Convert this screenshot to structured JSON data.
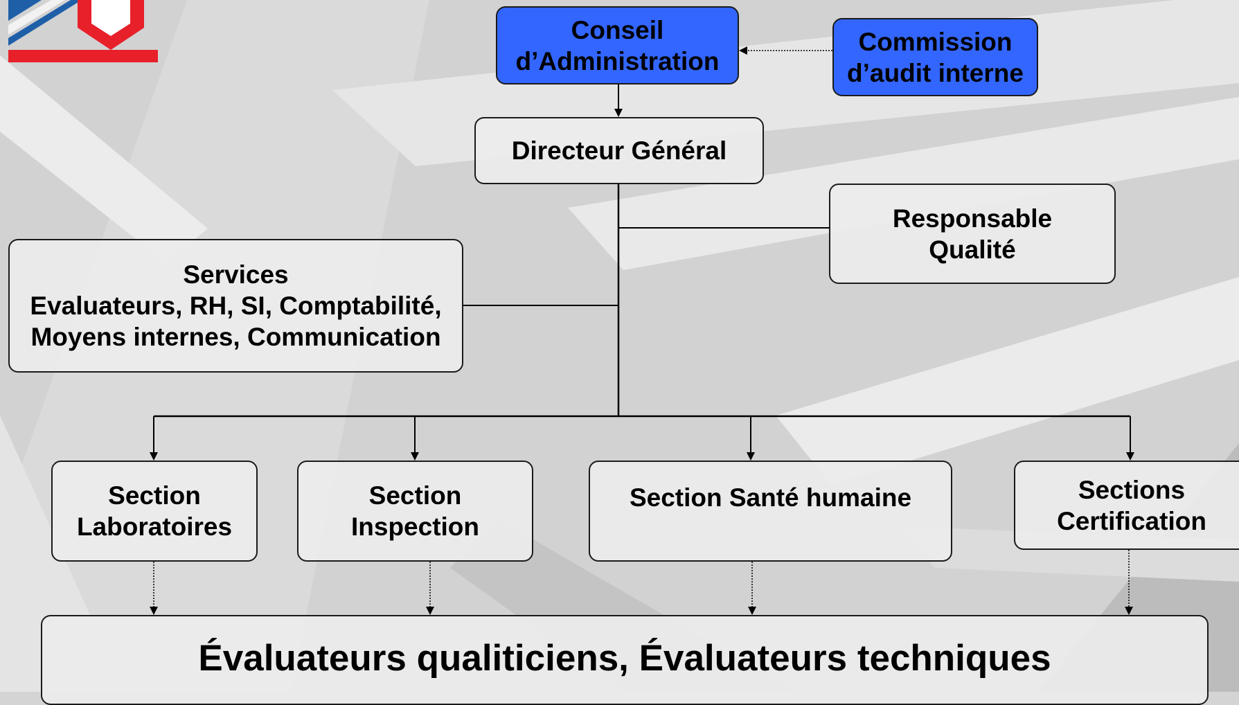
{
  "boxes": {
    "conseil": "Conseil\nd’Administration",
    "commission": "Commission\nd’audit interne",
    "directeur": "Directeur Général",
    "responsable": "Responsable\nQualité",
    "services": "Services\nEvaluateurs, RH, SI, Comptabilité,\nMoyens internes, Communication",
    "laboratoires": "Section\nLaboratoires",
    "inspection": "Section\nInspection",
    "sante": "Section Santé humaine",
    "certification": "Sections\nCertification",
    "evaluateurs": "Évaluateurs qualiticiens, Évaluateurs techniques"
  },
  "colors": {
    "highlight_box": "#3366ff",
    "logo_red": "#e8202a",
    "logo_blue": "#1f5fa8"
  },
  "icons": [
    "logo-icon"
  ]
}
